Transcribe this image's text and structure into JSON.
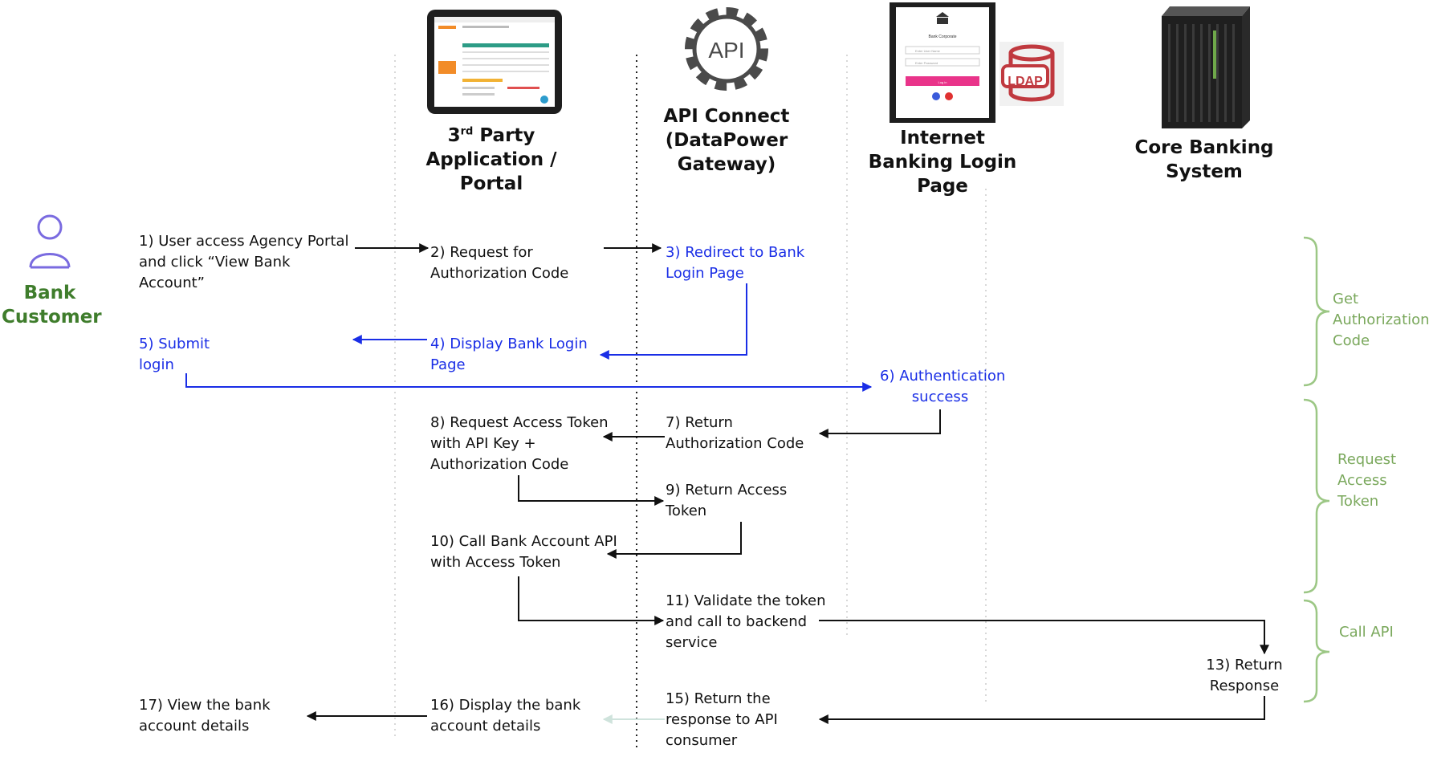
{
  "actors": {
    "customer": [
      "Bank",
      "Customer"
    ],
    "third_party": {
      "pre": "3",
      "sup": "rd",
      "post": " Party",
      "line2": "Application /",
      "line3": "Portal"
    },
    "api_connect": [
      "API Connect",
      "(DataPower",
      "Gateway)"
    ],
    "internet_banking": [
      "Internet",
      "Banking Login",
      "Page"
    ],
    "core_banking": [
      "Core Banking",
      "System"
    ]
  },
  "icons": {
    "api_gear_label": "API",
    "ldap_label": "LDAP",
    "login_form": {
      "title": "Bank Corporate",
      "username_placeholder": "Enter User Name",
      "password_placeholder": "Enter Password",
      "login_button": "Log in"
    }
  },
  "steps": {
    "s1": [
      "1) User access Agency Portal",
      "and click “View Bank",
      "Account”"
    ],
    "s2": [
      "2) Request for",
      "Authorization Code"
    ],
    "s3": [
      "3) Redirect to Bank",
      "Login Page"
    ],
    "s4": [
      "4) Display Bank Login",
      "Page"
    ],
    "s5": [
      "5) Submit",
      "login"
    ],
    "s6": [
      "6) Authentication",
      "success"
    ],
    "s7": [
      "7) Return",
      "Authorization Code"
    ],
    "s8": [
      "8) Request Access Token",
      "with API Key +",
      "Authorization Code"
    ],
    "s9": [
      "9) Return Access",
      "Token"
    ],
    "s10": [
      "10) Call Bank Account  API",
      "with Access Token"
    ],
    "s11": [
      "11) Validate the token",
      "and call to backend",
      "service"
    ],
    "s13": [
      "13) Return",
      "Response"
    ],
    "s15": [
      "15) Return the",
      "response to API",
      "consumer"
    ],
    "s16": [
      "16) Display the bank",
      "account details"
    ],
    "s17": [
      "17) View the bank",
      "account details"
    ]
  },
  "phases": {
    "get_auth": [
      "Get",
      "Authorization",
      "Code"
    ],
    "request_token": [
      "Request",
      "Access",
      "Token"
    ],
    "call_api": [
      "Call API"
    ]
  },
  "colors": {
    "black_flow": "#111111",
    "blue_flow": "#1a2ee6",
    "customer_green": "#3f7d2c",
    "phase_green": "#7aa85c",
    "faded_arrow": "#cfe3dc",
    "ldap_red": "#c0393f",
    "login_pink": "#e9348a"
  }
}
